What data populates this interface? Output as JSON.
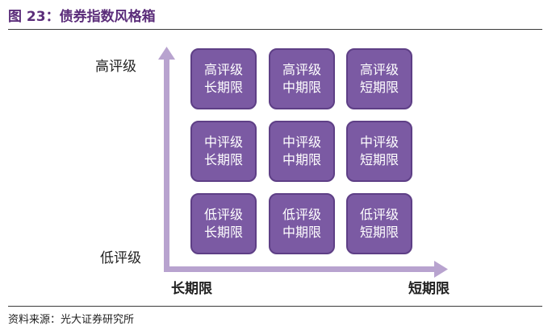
{
  "figure": {
    "title": "图 23：债券指数风格箱",
    "source": "资料来源：光大证券研究所"
  },
  "axes": {
    "y_top_label": "高评级",
    "y_bottom_label": "低评级",
    "x_left_label": "长期限",
    "x_right_label": "短期限",
    "color": "#b8a3cf"
  },
  "style_box": {
    "cell_color": "#7b5aa3",
    "rows": [
      [
        {
          "rating": "高评级",
          "term": "长期限"
        },
        {
          "rating": "高评级",
          "term": "中期限"
        },
        {
          "rating": "高评级",
          "term": "短期限"
        }
      ],
      [
        {
          "rating": "中评级",
          "term": "长期限"
        },
        {
          "rating": "中评级",
          "term": "中期限"
        },
        {
          "rating": "中评级",
          "term": "短期限"
        }
      ],
      [
        {
          "rating": "低评级",
          "term": "长期限"
        },
        {
          "rating": "低评级",
          "term": "中期限"
        },
        {
          "rating": "低评级",
          "term": "短期限"
        }
      ]
    ]
  }
}
